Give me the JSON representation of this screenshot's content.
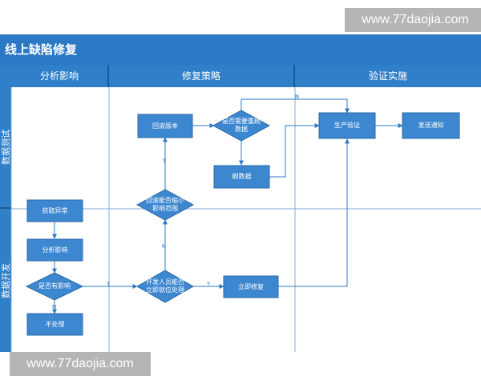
{
  "watermark": {
    "text": "www.77daojia.com"
  },
  "title": "线上缺陷修复",
  "columns": [
    "分析影响",
    "修复策略",
    "验证实施"
  ],
  "rows": [
    "数据测试",
    "数据开发"
  ],
  "nodes": {
    "n_huigun": "回滚版本",
    "d_shifou_shuju": "是否需要重刷数据",
    "n_shuashuju": "刷数据",
    "n_shengchan": "生产验证",
    "n_fasong": "发送通知",
    "n_huoqu": "获取异常",
    "n_fenxi": "分析影响",
    "d_youyingxiang": "是否有影响",
    "n_buchuli": "不处理",
    "d_huigun_suoxiao": "回滚能否缩小影响范围",
    "d_kaifa": "开发人员能否立即就位处理",
    "n_lijixiufu": "立即修复"
  },
  "edge_labels": {
    "y1": "Y",
    "y2": "Y",
    "y3": "Y",
    "n1": "N",
    "n2": "N",
    "n3": "N"
  },
  "colors": {
    "node_fill": "#3d87d1",
    "node_stroke": "#2b6aa8",
    "line": "#2b78c5",
    "header": "#2f7fc9",
    "title_bar": "#2b78c5"
  }
}
